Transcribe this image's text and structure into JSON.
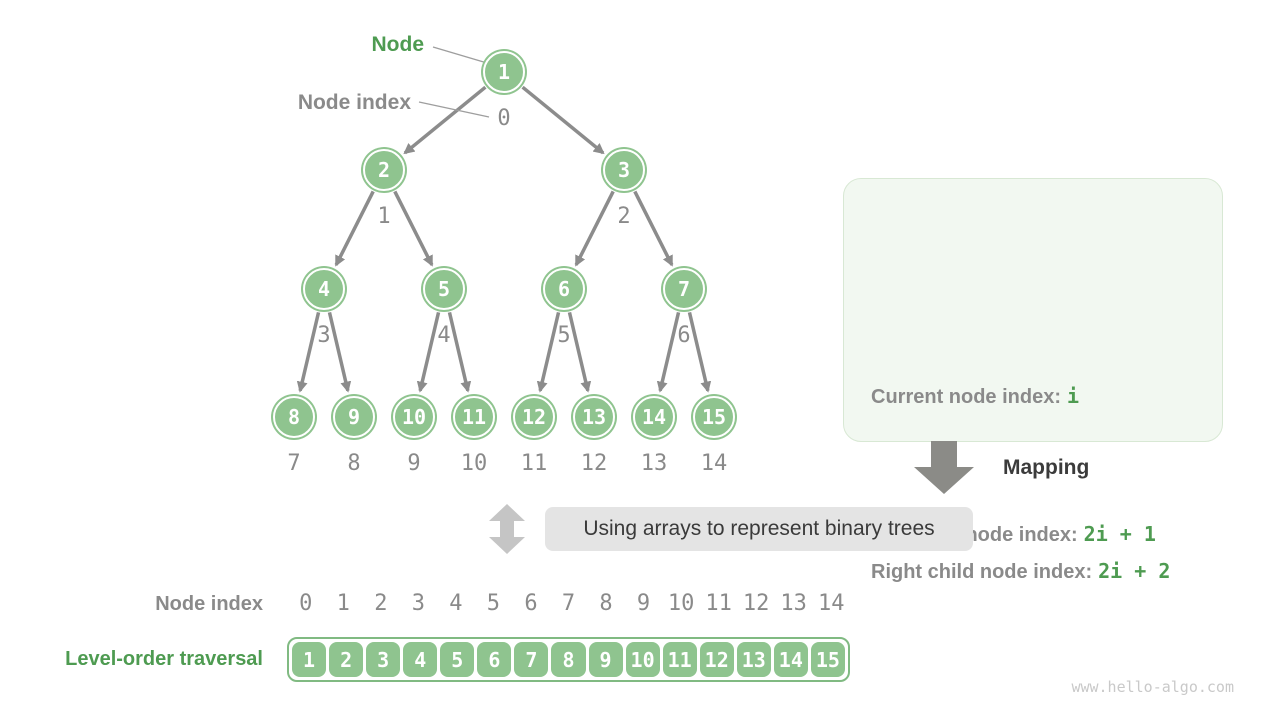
{
  "annotations": {
    "node_label": "Node",
    "node_index_label": "Node index"
  },
  "tree": {
    "node_values": [
      "1",
      "2",
      "3",
      "4",
      "5",
      "6",
      "7",
      "8",
      "9",
      "10",
      "11",
      "12",
      "13",
      "14",
      "15"
    ],
    "node_indices": [
      "0",
      "1",
      "2",
      "3",
      "4",
      "5",
      "6",
      "7",
      "8",
      "9",
      "10",
      "11",
      "12",
      "13",
      "14"
    ]
  },
  "panel": {
    "current_label": "Current node index:",
    "current_value": "i",
    "mapping_label": "Mapping",
    "left_label": "Left child node index:",
    "left_value": "2i + 1",
    "right_label": "Right child node index:",
    "right_value": "2i + 2"
  },
  "caption": {
    "text": "Using arrays to represent binary trees"
  },
  "bottom": {
    "index_label": "Node index",
    "indices": [
      "0",
      "1",
      "2",
      "3",
      "4",
      "5",
      "6",
      "7",
      "8",
      "9",
      "10",
      "11",
      "12",
      "13",
      "14"
    ],
    "array_label": "Level-order traversal",
    "array_values": [
      "1",
      "2",
      "3",
      "4",
      "5",
      "6",
      "7",
      "8",
      "9",
      "10",
      "11",
      "12",
      "13",
      "14",
      "15"
    ]
  },
  "watermark": "www.hello-algo.com",
  "colors": {
    "node_fill": "#8FC48F",
    "green_text": "#4E9B51",
    "gray_text": "#8A8A8A",
    "dark_text": "#3B3B3B",
    "edge": "#8C8C8C",
    "panel_bg": "#F2F8F1",
    "panel_border": "#D8E8D4",
    "caption_bg": "#E4E4E4",
    "light_arrow": "#C5C5C5",
    "watermark": "#C9C9C9"
  }
}
